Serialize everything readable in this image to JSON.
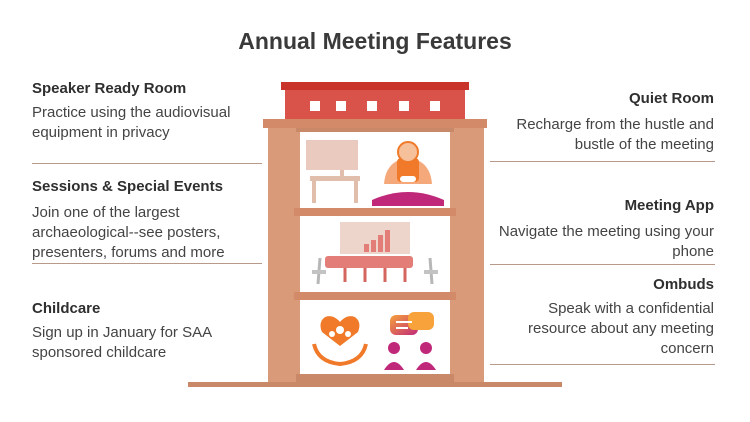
{
  "title": "Annual Meeting Features",
  "features_left": [
    {
      "heading": "Speaker Ready Room",
      "text": "Practice using the audiovisual equipment in privacy"
    },
    {
      "heading": "Sessions & Special Events",
      "text": "Join one of the largest archaeological--see posters, presenters, forums and more"
    },
    {
      "heading": "Childcare",
      "text": "Sign up in January for SAA sponsored childcare"
    }
  ],
  "features_right": [
    {
      "heading": "Quiet Room",
      "text": "Recharge from the hustle and bustle of the meeting"
    },
    {
      "heading": "Meeting App",
      "text": "Navigate the meeting using your phone"
    },
    {
      "heading": "Ombuds",
      "text": "Speak with a confidential resource about any meeting concern"
    }
  ],
  "colors": {
    "roof": "#c8342a",
    "building": "#d99a7a",
    "building_dark": "#c98868",
    "wall": "#ffffff",
    "accent_orange": "#f07a2a",
    "accent_magenta": "#c0297a"
  },
  "icons": {
    "quiet_room": "meditating-person-icon",
    "speaker_room": "desk-chair-icon",
    "sessions": "conference-table-icon",
    "childcare": "caring-hands-heart-icon",
    "ombuds": "conversation-people-icon"
  }
}
